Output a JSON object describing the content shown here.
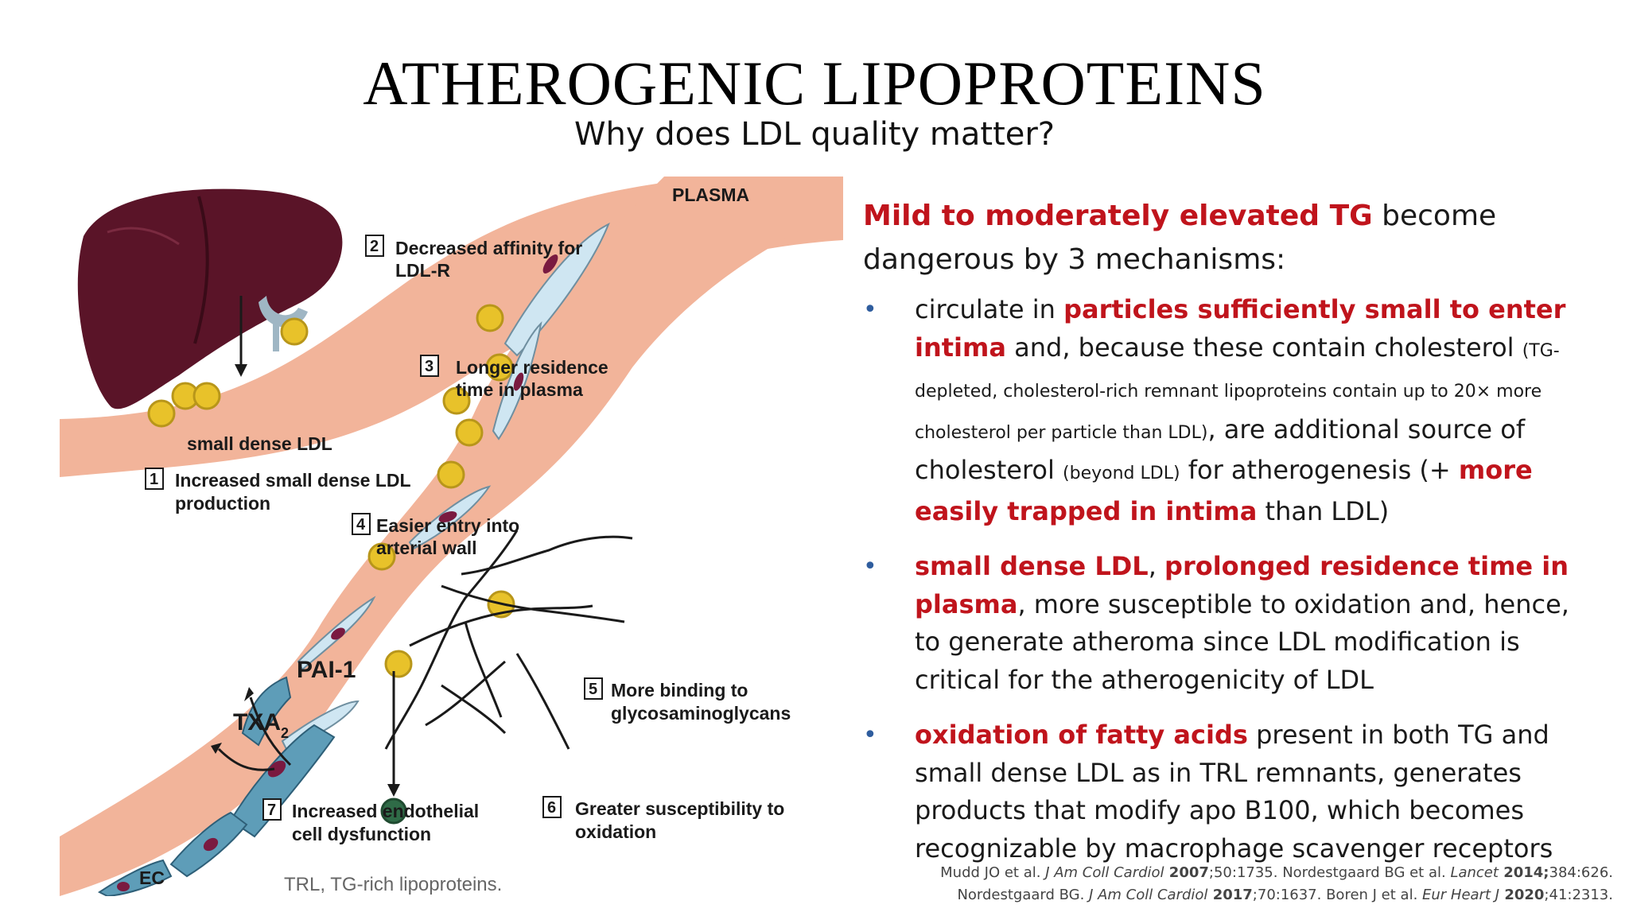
{
  "title": "ATHEROGENIC LIPOPROTEINS",
  "subtitle": "Why does LDL quality matter?",
  "diagram": {
    "plasma": "PLASMA",
    "small_dense_ldl": "small dense LDL",
    "step1": {
      "num": "1",
      "line1": "Increased small dense LDL",
      "line2": "production"
    },
    "step2": {
      "num": "2",
      "line1": "Decreased affinity for",
      "line2": "LDL-R"
    },
    "step3": {
      "num": "3",
      "line1": "Longer residence",
      "line2": "time in plasma"
    },
    "step4": {
      "num": "4",
      "line1": "Easier entry into",
      "line2": "arterial wall"
    },
    "step5": {
      "num": "5",
      "line1": "More binding to",
      "line2": "glycosaminoglycans"
    },
    "step6": {
      "num": "6",
      "line1": "Greater susceptibility to",
      "line2": "oxidation"
    },
    "step7": {
      "num": "7",
      "line1": "Increased endothelial",
      "line2": "cell dysfunction"
    },
    "pai1": "PAI-1",
    "txa": "TXA",
    "txa_sub": "2",
    "ec": "EC"
  },
  "trl_note": "TRL, TG-rich lipoproteins.",
  "lead": {
    "red": "Mild to moderately elevated TG",
    "rest1": " become",
    "rest2": "dangerous by 3 mechanisms:"
  },
  "bullet_symbol": "•",
  "bullet1": {
    "t1": "circulate in ",
    "r1": "particles sufficiently small to enter intima",
    "t2": " and, because these contain cholesterol ",
    "s1": "(TG-depleted, cholesterol-rich remnant lipoproteins contain up to 20× more cholesterol per particle than LDL)",
    "t3": ", are additional source of cholesterol ",
    "s2": "(beyond LDL)",
    "t4": " for atherogenesis (+ ",
    "r2": "more easily trapped in intima",
    "t5": " than LDL)"
  },
  "bullet2": {
    "r1": "small dense LDL",
    "t1": ", ",
    "r2": "prolonged residence time in plasma",
    "t2": ", more susceptible to oxidation and, hence, to generate atheroma since LDL modification is critical for the atherogenicity of LDL"
  },
  "bullet3": {
    "r1": "oxidation of fatty acids",
    "t1": " present in both TG and small dense LDL as in TRL remnants, generates products that modify apo B100, which becomes recognizable by macrophage scavenger receptors"
  },
  "refs": {
    "a1": "Mudd JO et al. ",
    "a1j": "J Am Coll Cardiol",
    "a1y": " 2007",
    "a1v": ";50:1735. Nordestgaard BG et al. ",
    "a2j": "Lancet",
    "a2y": " 2014;",
    "a2v": "384:626.",
    "b1": "Nordestgaard BG. ",
    "b1j": "J Am Coll Cardiol",
    "b1y": " 2017",
    "b1v": ";70:1637. Boren J et al. ",
    "b2j": "Eur Heart J",
    "b2y": " 2020",
    "b2v": ";41:2313."
  },
  "colors": {
    "accent_red": "#c0141c",
    "bullet_blue": "#2f5d9e",
    "vessel": "#f2b49a",
    "liver": "#5a1428",
    "particle": "#e8c22a",
    "cell": "#cfe6f2",
    "endothelium": "#5e9db8"
  }
}
